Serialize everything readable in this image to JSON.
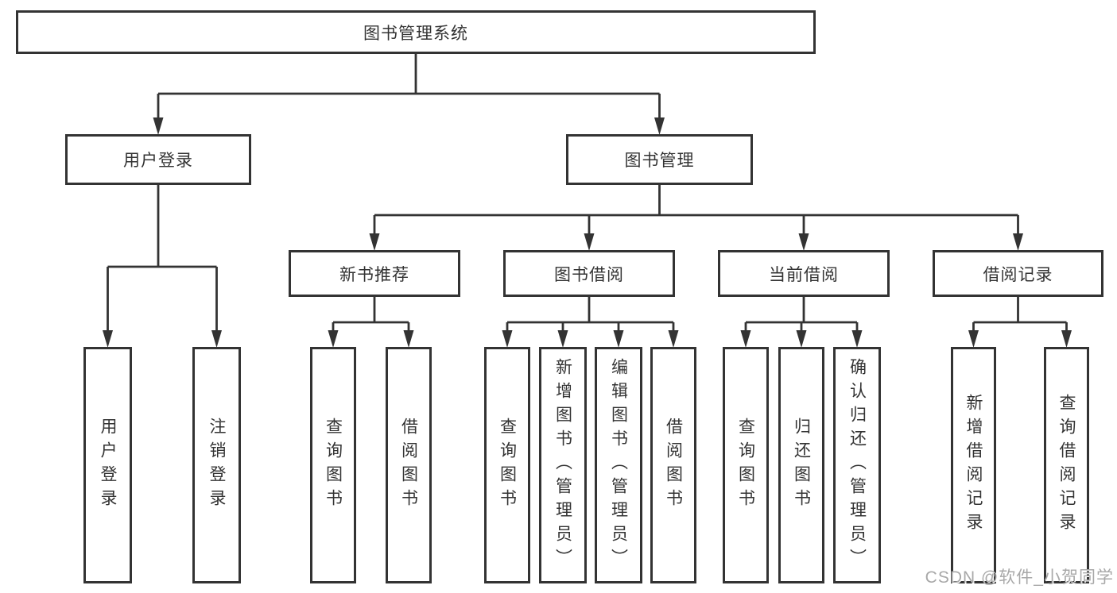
{
  "diagram": {
    "title": "图书管理系统",
    "nodes": [
      {
        "id": "root",
        "label": "图书管理系统",
        "parent": null,
        "orientation": "horizontal"
      },
      {
        "id": "login",
        "label": "用户登录",
        "parent": "root",
        "orientation": "horizontal"
      },
      {
        "id": "mgmt",
        "label": "图书管理",
        "parent": "root",
        "orientation": "horizontal"
      },
      {
        "id": "rec",
        "label": "新书推荐",
        "parent": "mgmt",
        "orientation": "horizontal"
      },
      {
        "id": "borrow",
        "label": "图书借阅",
        "parent": "mgmt",
        "orientation": "horizontal"
      },
      {
        "id": "current",
        "label": "当前借阅",
        "parent": "mgmt",
        "orientation": "horizontal"
      },
      {
        "id": "records",
        "label": "借阅记录",
        "parent": "mgmt",
        "orientation": "horizontal"
      },
      {
        "id": "login-user",
        "label": "用户登录",
        "parent": "login",
        "orientation": "vertical"
      },
      {
        "id": "login-logout",
        "label": "注销登录",
        "parent": "login",
        "orientation": "vertical"
      },
      {
        "id": "rec-query",
        "label": "查询图书",
        "parent": "rec",
        "orientation": "vertical"
      },
      {
        "id": "rec-borrow",
        "label": "借阅图书",
        "parent": "rec",
        "orientation": "vertical"
      },
      {
        "id": "borrow-query",
        "label": "查询图书",
        "parent": "borrow",
        "orientation": "vertical"
      },
      {
        "id": "borrow-add",
        "label": "新增图书（管理员）",
        "parent": "borrow",
        "orientation": "vertical"
      },
      {
        "id": "borrow-edit",
        "label": "编辑图书（管理员）",
        "parent": "borrow",
        "orientation": "vertical"
      },
      {
        "id": "borrow-borrow",
        "label": "借阅图书",
        "parent": "borrow",
        "orientation": "vertical"
      },
      {
        "id": "current-query",
        "label": "查询图书",
        "parent": "current",
        "orientation": "vertical"
      },
      {
        "id": "current-return",
        "label": "归还图书",
        "parent": "current",
        "orientation": "vertical"
      },
      {
        "id": "current-confirm",
        "label": "确认归还（管理员）",
        "parent": "current",
        "orientation": "vertical"
      },
      {
        "id": "records-add",
        "label": "新增借阅记录",
        "parent": "records",
        "orientation": "vertical"
      },
      {
        "id": "records-query",
        "label": "查询借阅记录",
        "parent": "records",
        "orientation": "vertical"
      }
    ],
    "colors": {
      "box_border": "#333333",
      "box_fill": "#ffffff",
      "line": "#333333",
      "text": "#333333",
      "background": "#ffffff"
    }
  },
  "watermark": {
    "text": "CSDN @软件_小贺同学",
    "color": "#a8a8a8"
  }
}
